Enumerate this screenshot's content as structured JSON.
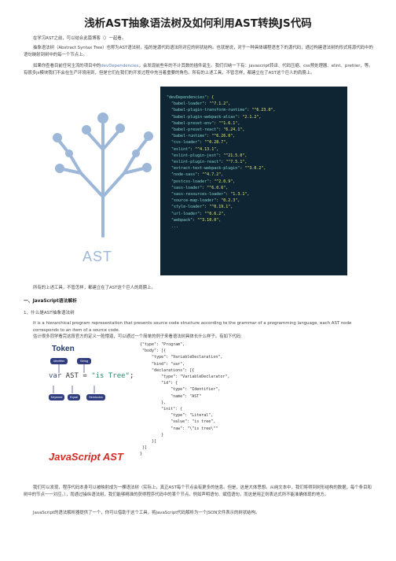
{
  "title": "浅析AST抽象语法树及如何利用AST转换JS代码",
  "intro_1": "在学习AST之前，可以结合此篇博客（）一起看。",
  "intro_2": "抽象语法树（Abstract Syntax Tree）也称为AST语法树，指的是源代码语法所对应的树状结构。也就是说，对于一种具体编程语言下的源代码，通过构建语法树的形式将源代码中的语句映射到树中的每一个节点上。",
  "intro_3_a": "如果你查看目前任何主流的项目中的",
  "intro_3_blue": "devDependencies",
  "intro_3_b": "，会发现前些年的不计其数的插件诞生。我们归纳一下有：javascript转译、代码压缩、css预处理器、elint、pretiier，等。有很多js模块我们不会在生产环境用到，但是它们在我们的开发过程中充当着重要的角色。所有的上述工具，不管怎样，都建立在了AST这个巨人的肩膀上。",
  "image1": {
    "code_lines": [
      {
        "k": "\"devDependencies\"",
        "v": ": {"
      },
      {
        "k": "  \"babel-loader\"",
        "v": ": \"^7.1.2\","
      },
      {
        "k": "  \"babel-plugin-transform-runtime\"",
        "v": ": \"^6.23.0\","
      },
      {
        "k": "  \"babel-plugin-webpack-alias\"",
        "v": ": \"2.1.2\","
      },
      {
        "k": "  \"babel-preset-env\"",
        "v": ": \"^1.6.1\","
      },
      {
        "k": "  \"babel-preset-react\"",
        "v": ": \"6.24.1\","
      },
      {
        "k": "  \"babel-runtime\"",
        "v": ": \"^6.26.0\","
      },
      {
        "k": "  \"css-loader\"",
        "v": ": \"^0.28.7\","
      },
      {
        "k": "  \"eslint\"",
        "v": ": \"^4.13.1\","
      },
      {
        "k": "  \"eslint-plugin-jest\"",
        "v": ": \"^21.5.0\","
      },
      {
        "k": "  \"eslint-plugin-react\"",
        "v": ": \"^7.5.1\","
      },
      {
        "k": "  \"extract-text-webpack-plugin\"",
        "v": ": \"^3.0.2\","
      },
      {
        "k": "  \"node-sass\"",
        "v": ": \"^4.7.2\","
      },
      {
        "k": "  \"postcss-loader\"",
        "v": ": \"^2.0.9\","
      },
      {
        "k": "  \"sass-loader\"",
        "v": ": \"^6.0.6\","
      },
      {
        "k": "  \"sass-resources-loader\"",
        "v": ": \"1.3.1\","
      },
      {
        "k": "  \"source-map-loader\"",
        "v": ": \"0.2.3\","
      },
      {
        "k": "  \"style-loader\"",
        "v": ": \"^0.19.1\","
      },
      {
        "k": "  \"url-loader\"",
        "v": ": \"^0.6.2\","
      },
      {
        "k": "  \"webpack\"",
        "v": ": \"^3.10.0\","
      },
      {
        "k": "  ...",
        "v": ""
      }
    ],
    "tree_label": "AST"
  },
  "caption_1": "所有的上述工具，不管怎样，都建立在了AST这个巨人的肩膀上。",
  "heading_1": "一、JavaScript语法解析",
  "heading_1_1": "1、什么是AST抽象语法树",
  "quote_1": "It is a hierarchical program representation that presents source code structure according to the grammar of a programming language, each AST node corresponds to an item of a source code.",
  "para_estimate": "估计很多同学看完这段官方的定义一脸懵逼，可以通过一个简单的例子来看语法树具体长什么样子。有如下代码:",
  "image2": {
    "token_label": "Token",
    "badges": {
      "identifier": "Identifier",
      "string": "String",
      "keyword": "Keyword",
      "equal": "Equal",
      "semicolon": "Semicolon"
    },
    "code_var": "var",
    "code_rest": " AST = ",
    "code_str": "\"is Tree\"",
    "code_end": ";",
    "js_ast_label": "JavaScript AST",
    "json_lines": [
      "{\"type\": \"Program\",",
      " \"body\": [{",
      "     \"type\": \"VariableDeclaration\",",
      "     \"kind\": \"var\",",
      "     \"declarations\": [{",
      "         \"type\": \"VariableDeclarator\",",
      "         \"id\": {",
      "             \"type\": \"Identifier\",",
      "             \"name\": \"AST\"",
      "         },",
      "         \"init\": {",
      "             \"type\": \"Literal\",",
      "             \"value\": \"is tree\",",
      "             \"raw\": \"\\\"is tree\\\"\"",
      "         }",
      "     }]",
      " }]",
      "}"
    ]
  },
  "para_found": "我们可以发现，程序代码本身可以被映射成为一棵语法树（实际上，真正AST每个节点会有更多的信息。但是，这是大体思想。从纯文本中，我们将得到树形结构的数据，每个条目和树中的节点一一对应。），而通过操纵语法树，我们能够精准的获得程序代码中的某个节点。例如声明语句、赋值语句，而这是用正则表达式所不能准确体现的地方。",
  "para_parser": "JavaScript的语法解析器提供了一个，你可以借助于这个工具，将JavaScript代码解析为一个JSON文件表示的树状结构。"
}
